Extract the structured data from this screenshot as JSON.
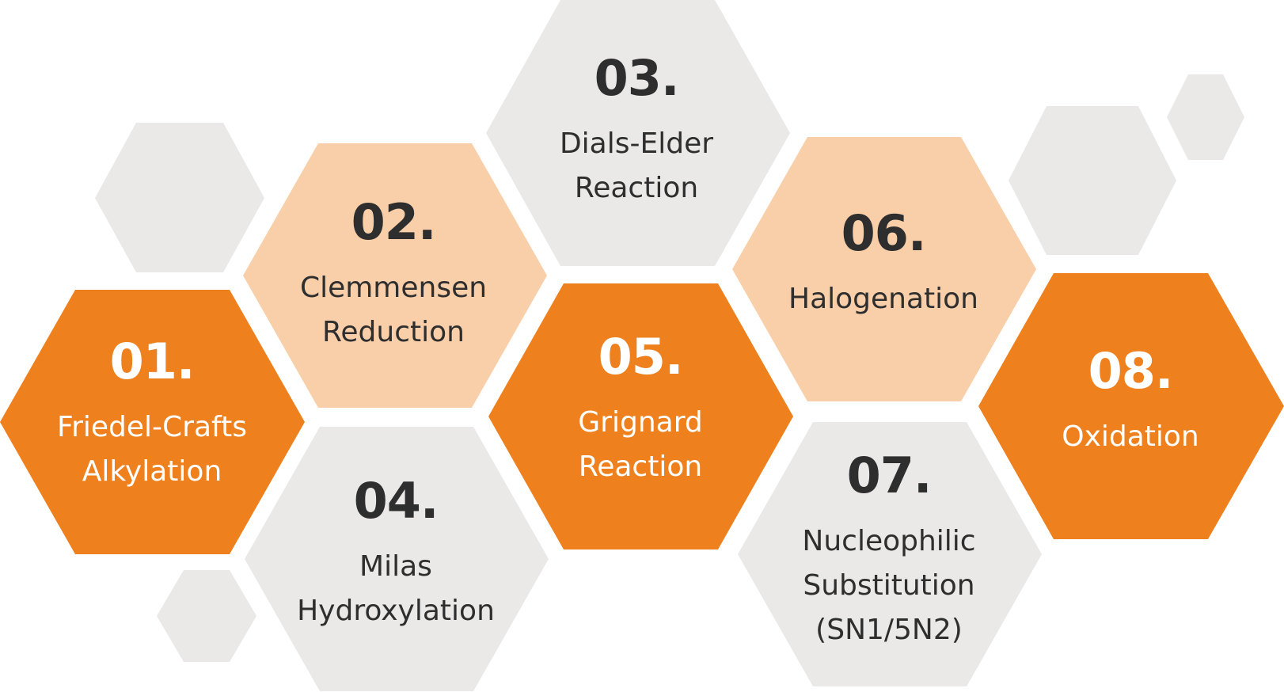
{
  "colors": {
    "orange": "#EE801E",
    "peach": "#F9CFAA",
    "gray": "#EAE9E7",
    "dark_text": "#2E2E2E",
    "light_text": "#FFFFFF"
  },
  "steps": [
    {
      "num": "01.",
      "lines": [
        "Friedel-Crafts",
        "Alkylation"
      ]
    },
    {
      "num": "02.",
      "lines": [
        "Clemmensen",
        "Reduction"
      ]
    },
    {
      "num": "03.",
      "lines": [
        "Dials-Elder",
        "Reaction"
      ]
    },
    {
      "num": "04.",
      "lines": [
        "Milas",
        "Hydroxylation"
      ]
    },
    {
      "num": "05.",
      "lines": [
        "Grignard",
        "Reaction"
      ]
    },
    {
      "num": "06.",
      "lines": [
        "Halogenation"
      ]
    },
    {
      "num": "07.",
      "lines": [
        "Nucleophilic",
        "Substitution",
        "(SN1/5N2)"
      ]
    },
    {
      "num": "08.",
      "lines": [
        "Oxidation"
      ]
    }
  ]
}
